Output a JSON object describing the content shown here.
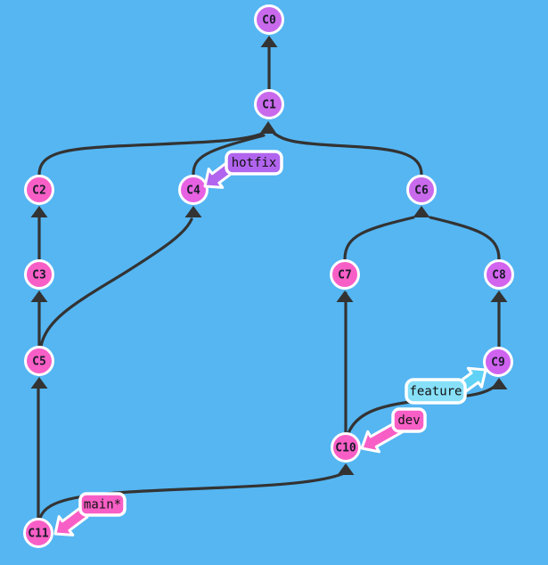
{
  "graph": {
    "background_color": "#55B6F2",
    "edge_color": "#333333",
    "node_border_color": "#FFFFFF",
    "node_text_color": "#1A1A2A",
    "label_text_color": "#111111",
    "nodes": [
      {
        "id": "C0",
        "color": "#C96AEC"
      },
      {
        "id": "C1",
        "color": "#C96AEC"
      },
      {
        "id": "C2",
        "color": "#F85FC6"
      },
      {
        "id": "C4",
        "color": "#E762E2"
      },
      {
        "id": "C6",
        "color": "#C96AEC"
      },
      {
        "id": "C3",
        "color": "#F85FC6"
      },
      {
        "id": "C7",
        "color": "#F85FC6"
      },
      {
        "id": "C8",
        "color": "#D264EE"
      },
      {
        "id": "C5",
        "color": "#F85FC6"
      },
      {
        "id": "C9",
        "color": "#CF63F0"
      },
      {
        "id": "C10",
        "color": "#F85FC6"
      },
      {
        "id": "C11",
        "color": "#F85FC6"
      }
    ],
    "edges": [
      {
        "child": "C1",
        "parent": "C0"
      },
      {
        "child": "C2",
        "parent": "C1"
      },
      {
        "child": "C4",
        "parent": "C1"
      },
      {
        "child": "C6",
        "parent": "C1"
      },
      {
        "child": "C3",
        "parent": "C2"
      },
      {
        "child": "C5",
        "parent": "C3"
      },
      {
        "child": "C5",
        "parent": "C4"
      },
      {
        "child": "C7",
        "parent": "C6"
      },
      {
        "child": "C8",
        "parent": "C6"
      },
      {
        "child": "C9",
        "parent": "C8"
      },
      {
        "child": "C10",
        "parent": "C7"
      },
      {
        "child": "C10",
        "parent": "C9"
      },
      {
        "child": "C11",
        "parent": "C5"
      },
      {
        "child": "C11",
        "parent": "C10"
      }
    ],
    "branches": [
      {
        "name": "hotfix",
        "points_to": "C4",
        "color": "#B164EE",
        "arrow_color": "#B164EE"
      },
      {
        "name": "feature",
        "points_to": "C9",
        "color": "#87E0F8",
        "arrow_color": "#5FD2F5"
      },
      {
        "name": "dev",
        "points_to": "C10",
        "color": "#F85FC6",
        "arrow_color": "#F85FC6"
      },
      {
        "name": "main*",
        "points_to": "C11",
        "color": "#F85FC6",
        "arrow_color": "#F85FC6"
      }
    ]
  }
}
